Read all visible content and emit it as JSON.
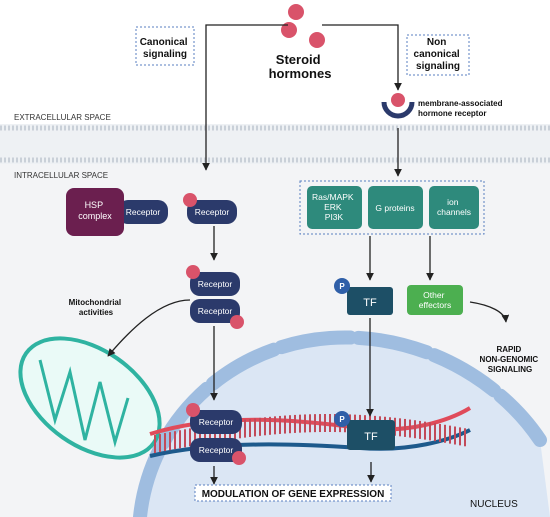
{
  "labels": {
    "canonical": [
      "Canonical",
      "signaling"
    ],
    "non_canonical": [
      "Non",
      "canonical",
      "signaling"
    ],
    "steroid": [
      "Steroid",
      "hormones"
    ],
    "extracellular": "EXTRACELLULAR SPACE",
    "intracellular": "INTRACELLULAR SPACE",
    "membrane_receptor": [
      "membrane-associated",
      "hormone receptor"
    ],
    "hsp": [
      "HSP",
      "complex"
    ],
    "receptor": "Receptor",
    "ras": [
      "Ras/MAPK",
      "ERK",
      "PI3K"
    ],
    "g_proteins": "G proteins",
    "ion_channels": [
      "ion",
      "channels"
    ],
    "phospho": "P",
    "tf": "TF",
    "other_effectors": [
      "Other",
      "effectors"
    ],
    "mito": [
      "Mitochondrial",
      "activities"
    ],
    "rapid": [
      "RAPID",
      "NON-GENOMIC",
      "SIGNALING"
    ],
    "modulation": "MODULATION OF GENE EXPRESSION",
    "nucleus": "NUCLEUS"
  },
  "colors": {
    "hormone": "#d9536a",
    "receptor": "#2b3a6b",
    "hsp": "#6b1f4f",
    "kinase_teal": "#2e8a7c",
    "tf_dark": "#1d4f66",
    "effector_green": "#4caf50",
    "membrane_blue": "#9fbde0",
    "nucleus_fill": "#dbe6f4",
    "mito_teal": "#2fb3a1",
    "phospho_blue": "#2f5fa8"
  }
}
